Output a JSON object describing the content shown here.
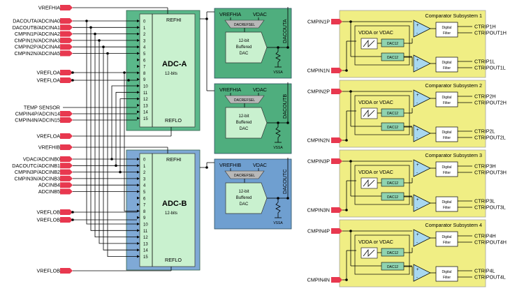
{
  "left_inputs_a": [
    "VREFHIA",
    "DACOUTA/ADCINA0",
    "DACOUTB/ADCINA1",
    "CMPIN1P/ADCINA2",
    "CMPIN1N/ADCINA3",
    "CMPIN2P/ADCINA4",
    "CMPIN2N/ADCINA5",
    "VREFLOA",
    "VREFLOA",
    "TEMP SENSOR",
    "CMPIN4P/ADCIN14",
    "CMPIN4N/ADCIN15",
    "VREFLOA",
    "VREFHIB"
  ],
  "left_inputs_b": [
    "VDAC/ADCINB0",
    "DACOUTC/ADCINB1",
    "CMPIN3P/ADCINB2",
    "CMPIN3N/ADCINB3",
    "ADCINB4",
    "ADCINB5",
    "VREFLOB",
    "VREFLOB",
    "VREFLOB"
  ],
  "adc_a": {
    "refhi": "REFHI",
    "reflo": "REFLO",
    "title": "ADC-A",
    "bits": "12-bits"
  },
  "adc_b": {
    "refhi": "REFHI",
    "reflo": "REFLO",
    "title": "ADC-B",
    "bits": "12-bits"
  },
  "channels": [
    "0",
    "1",
    "2",
    "3",
    "4",
    "5",
    "6",
    "7",
    "8",
    "9",
    "10",
    "11",
    "12",
    "13",
    "14",
    "15"
  ],
  "dacs": [
    {
      "vref": "VREFHIA",
      "vdac": "VDAC",
      "sel": "DACREFSEL",
      "body": [
        "12-bit",
        "Buffered",
        "DAC"
      ],
      "vssa": "VSSA",
      "out": "DACOUTA"
    },
    {
      "vref": "VREFHIA",
      "vdac": "VDAC",
      "sel": "DACREFSEL",
      "body": [
        "12-bit",
        "Buffered",
        "DAC"
      ],
      "vssa": "VSSA",
      "out": "DACOUTB"
    },
    {
      "vref": "VREFHIB",
      "vdac": "VDAC",
      "sel": "DACREFSEL",
      "body": [
        "12-bit",
        "Buffered",
        "DAC"
      ],
      "vssa": "VSSA",
      "out": "DACOUTC"
    }
  ],
  "cmpss": [
    {
      "title": "Comparator Subsystem 1",
      "inp": "CMPIN1P",
      "inn": "CMPIN1N",
      "h1": "CTRIP1H",
      "h2": "CTRIPOUT1H",
      "l1": "CTRIP1L",
      "l2": "CTRIPOUT1L"
    },
    {
      "title": "Comparator Subsystem 2",
      "inp": "CMPIN2P",
      "inn": "CMPIN2N",
      "h1": "CTRIP2H",
      "h2": "CTRIPOUT2H",
      "l1": "CTRIP2L",
      "l2": "CTRIPOUT2L"
    },
    {
      "title": "Comparator Subsystem 3",
      "inp": "CMPIN3P",
      "inn": "CMPIN3N",
      "h1": "CTRIP3H",
      "h2": "CTRIPOUT3H",
      "l1": "CTRIP3L",
      "l2": "CTRIPOUT3L"
    },
    {
      "title": "Comparator Subsystem 4",
      "inp": "CMPIN4P",
      "inn": "CMPIN4N",
      "h1": "CTRIP4H",
      "h2": "CTRIPOUT4H",
      "l1": "CTRIP4L",
      "l2": "CTRIPOUT4L"
    }
  ],
  "cmp_common": {
    "vdda": "VDDA or VDAC",
    "dac": "DAC12",
    "filter": [
      "Digital",
      "Filter"
    ]
  },
  "colors": {
    "adc_a": "#5ab88a",
    "adc_b": "#7fa9d6",
    "dac_green": "#4fae7e",
    "dac_blue": "#6f9fd0",
    "inner": "#c9f1cf",
    "cmp": "#f0ee84",
    "arrow": "#e8384f",
    "dac12": "#8fd3b0"
  }
}
